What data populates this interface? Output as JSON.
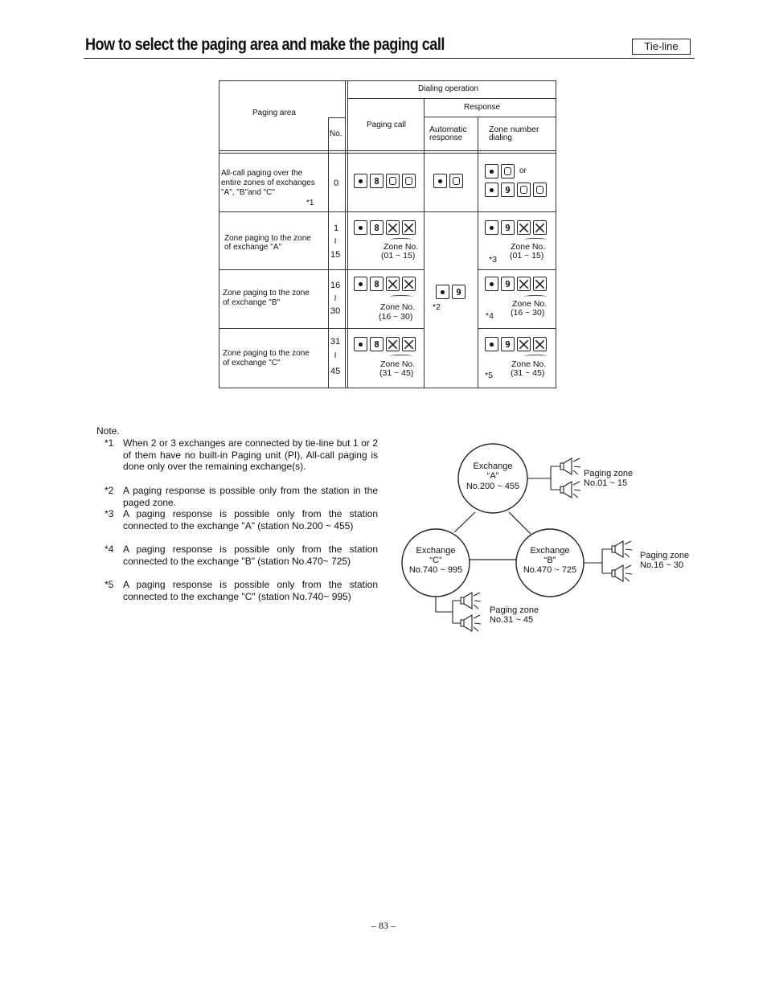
{
  "header": {
    "title": "How to select the paging area and make the paging call",
    "tag": "Tie-line"
  },
  "table": {
    "h_paging_area": "Paging area",
    "h_no": "No.",
    "h_dialing": "Dialing operation",
    "h_response": "Response",
    "h_paging_call": "Paging call",
    "h_auto_1": "Automatic",
    "h_auto_2": "response",
    "h_zone_1": "Zone number",
    "h_zone_2": "dialing",
    "rows": [
      {
        "area": [
          "All-call paging over the",
          "entire zones of exchanges",
          "\"A\", \"B\"and \"C\""
        ],
        "star": "*1",
        "no": "0",
        "auto": "",
        "or": "or"
      },
      {
        "area": [
          "Zone paging to the zone",
          "of exchange \"A\""
        ],
        "no_top": "1",
        "no_mid": "≀",
        "no_bot": "15",
        "call_label": "Zone No.",
        "call_range": "(01 ~ 15)",
        "zone_label": "Zone No.",
        "zone_range": "(01 ~ 15)",
        "zone_star": "*3"
      },
      {
        "area": [
          "Zone paging to the zone",
          "of exchange \"B\""
        ],
        "no_top": "16",
        "no_mid": "≀",
        "no_bot": "30",
        "call_label": "Zone No.",
        "call_range": "(16 ~ 30)",
        "zone_label": "Zone No.",
        "zone_range": "(16 ~ 30)",
        "zone_star": "*4",
        "auto_star": "*2"
      },
      {
        "area": [
          "Zone paging to the zone",
          "of exchange \"C\""
        ],
        "no_top": "31",
        "no_mid": "≀",
        "no_bot": "45",
        "call_label": "Zone No.",
        "call_range": "(31 ~ 45)",
        "zone_label": "Zone No.",
        "zone_range": "(31 ~ 45)",
        "zone_star": "*5"
      }
    ]
  },
  "notes": {
    "heading": "Note.",
    "items": [
      {
        "mark": "*1",
        "text": "When 2 or 3 exchanges are connected by tie-line but 1 or 2 of them have no built-in Paging unit (PI), All-call paging is done only over the remaining exchange(s)."
      },
      {
        "mark": "*2",
        "text": "A paging response is possible only from the station in the paged zone."
      },
      {
        "mark": "*3",
        "text": "A paging response is possible only from the station connected to the exchange \"A\" (station No.200 ~ 455)"
      },
      {
        "mark": "*4",
        "text": "A paging response is possible only from the station connected to the exchange \"B\" (station No.470~ 725)"
      },
      {
        "mark": "*5",
        "text": "A paging response is possible only from the station connected to the exchange \"C\" (station No.740~ 995)"
      }
    ]
  },
  "diagram": {
    "ex_a": [
      "Exchange",
      "“A”",
      "No.200 ~ 455"
    ],
    "ex_b": [
      "Exchange",
      "“B”",
      "No.470 ~ 725"
    ],
    "ex_c": [
      "Exchange",
      "“C”",
      "No.740 ~ 995"
    ],
    "pz_a": [
      "Paging zone",
      "No.01 ~ 15"
    ],
    "pz_b": [
      "Paging zone",
      "No.16 ~ 30"
    ],
    "pz_c": [
      "Paging zone",
      "No.31 ~ 45"
    ]
  },
  "footer": {
    "page": "– 83 –"
  }
}
